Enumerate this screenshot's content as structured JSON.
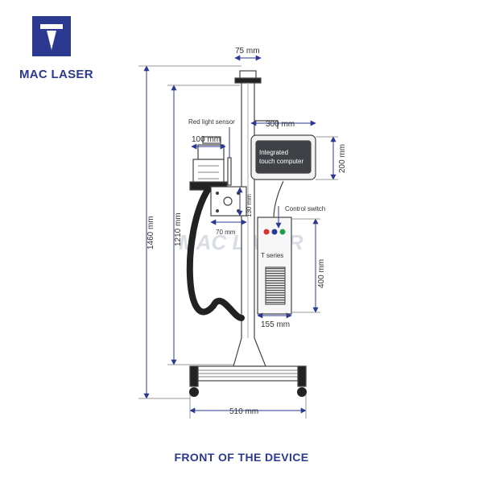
{
  "brand": {
    "name": "MAC LASER",
    "color": "#2b3990"
  },
  "watermark": "MAC LASER",
  "caption": "FRONT OF THE DEVICE",
  "dimensions": {
    "total_height": "1460 mm",
    "column_height": "1210 mm",
    "top_plate_width": "75 mm",
    "head_width": "100 mm",
    "bracket_height": "130 mm",
    "bracket_width": "70 mm",
    "screen_width": "300 mm",
    "screen_height": "200 mm",
    "cabinet_height": "400 mm",
    "cabinet_width": "155 mm",
    "base_width": "510 mm"
  },
  "labels": {
    "red_light_sensor": "Red light sensor",
    "screen_text_line1": "Integrated",
    "screen_text_line2": "touch computer",
    "control_switch": "Control switch",
    "cabinet_series": "T series"
  },
  "colors": {
    "dimension_line": "#2b3990",
    "outline": "#444444",
    "button_red": "#d9312b",
    "button_green": "#1e9e4a",
    "button_navy": "#2b3990"
  }
}
